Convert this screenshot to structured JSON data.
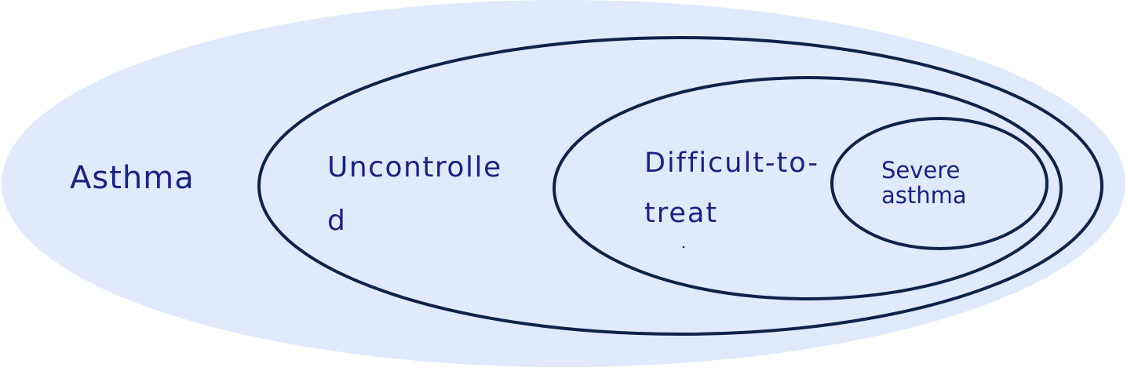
{
  "diagram": {
    "type": "nested-ellipses",
    "colors": {
      "fill": "#e0eafc",
      "stroke": "#0f2247",
      "text": "#1a237e"
    },
    "sets": [
      {
        "id": "asthma",
        "lines": [
          "Asthma"
        ]
      },
      {
        "id": "uncontrolled",
        "lines": [
          "Uncontrolle",
          "d"
        ]
      },
      {
        "id": "difficult",
        "lines": [
          "Difficult-to-",
          "treat"
        ]
      },
      {
        "id": "severe",
        "lines": [
          "Severe",
          "asthma"
        ]
      }
    ]
  }
}
